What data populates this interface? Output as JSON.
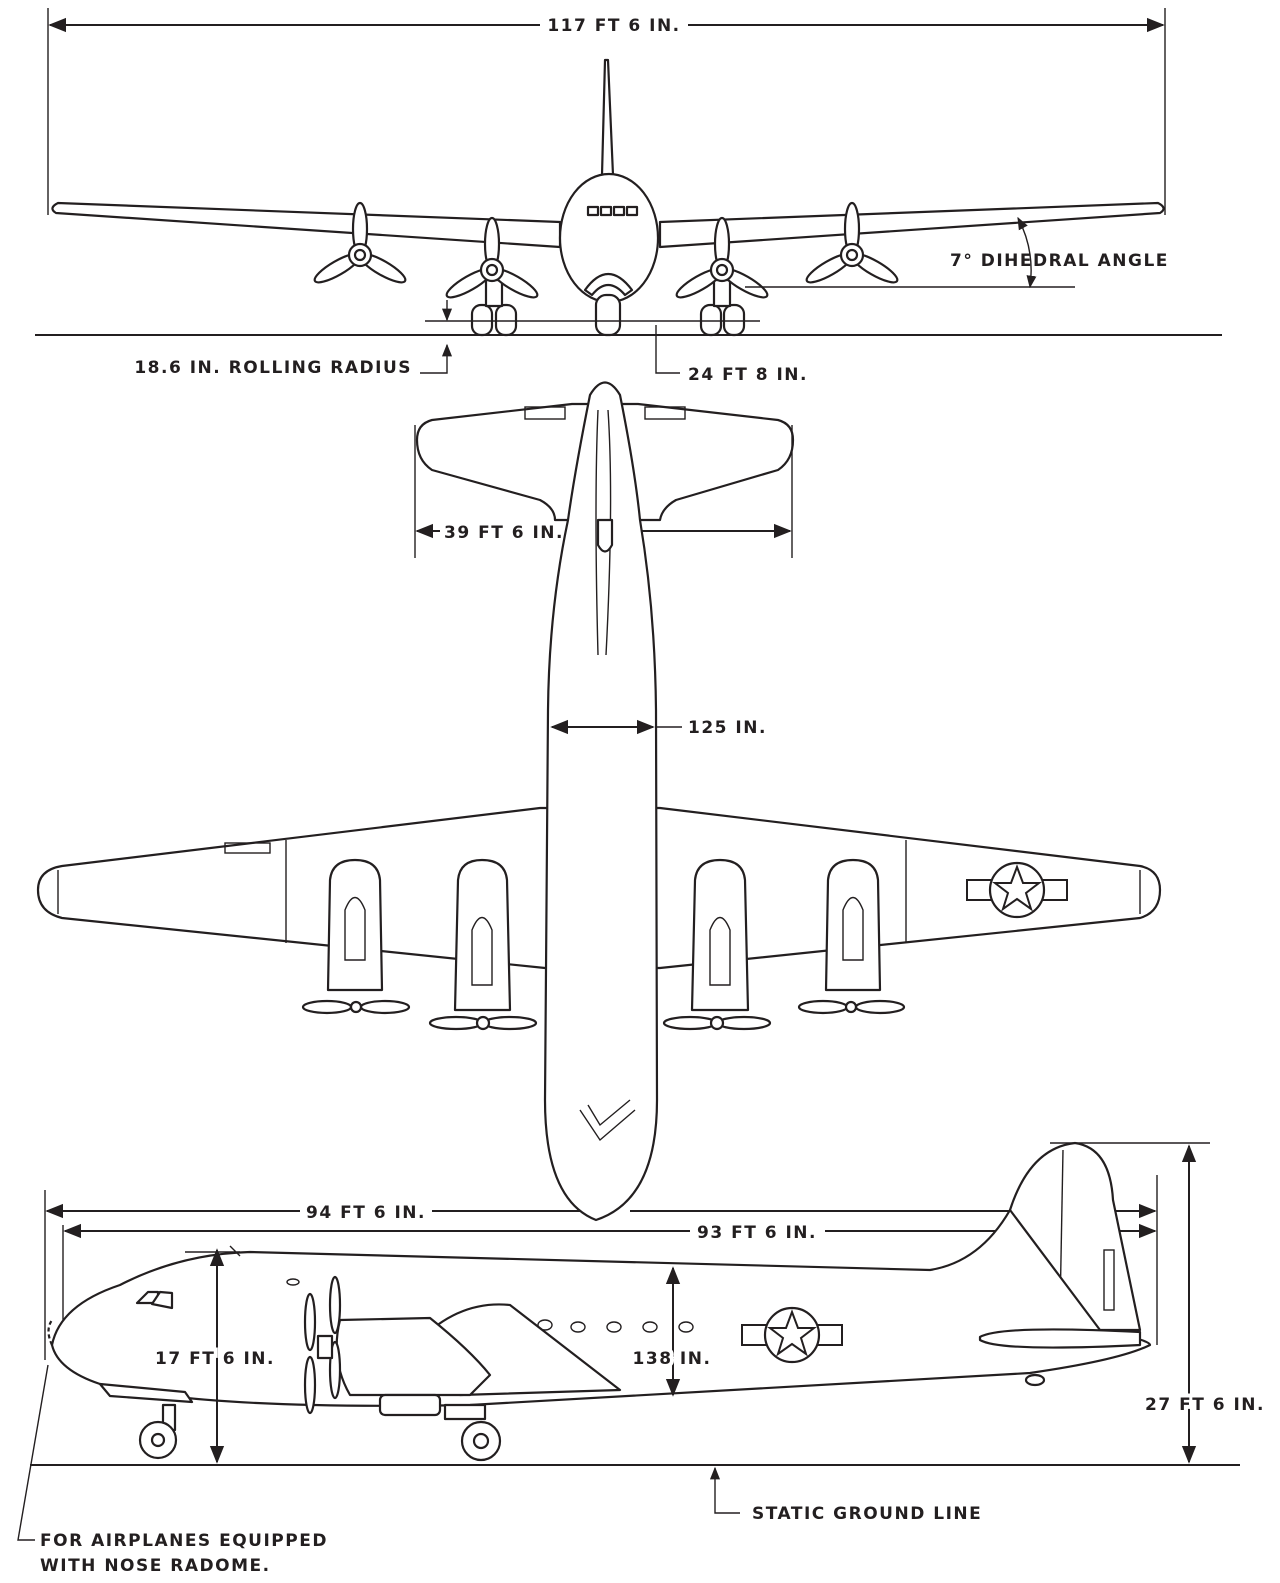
{
  "dimensions": {
    "wing_span": "117 FT 6 IN.",
    "dihedral": "7° DIHEDRAL ANGLE",
    "rolling_radius": "18.6 IN. ROLLING RADIUS",
    "tread": "24 FT 8 IN.",
    "stabilizer_span": "39 FT 6 IN.",
    "fuselage_width": "125 IN.",
    "length_with_radome": "94 FT 6 IN.",
    "length": "93 FT 6 IN.",
    "prop_height": "17 FT 6 IN.",
    "fuselage_height": "138 IN.",
    "overall_height": "27 FT 6 IN."
  },
  "notes": {
    "ground_line": "STATIC GROUND LINE",
    "radome_line1": "FOR AIRPLANES EQUIPPED",
    "radome_line2": "WITH NOSE RADOME."
  },
  "colors": {
    "ink": "#231f20",
    "paper": "#ffffff"
  }
}
